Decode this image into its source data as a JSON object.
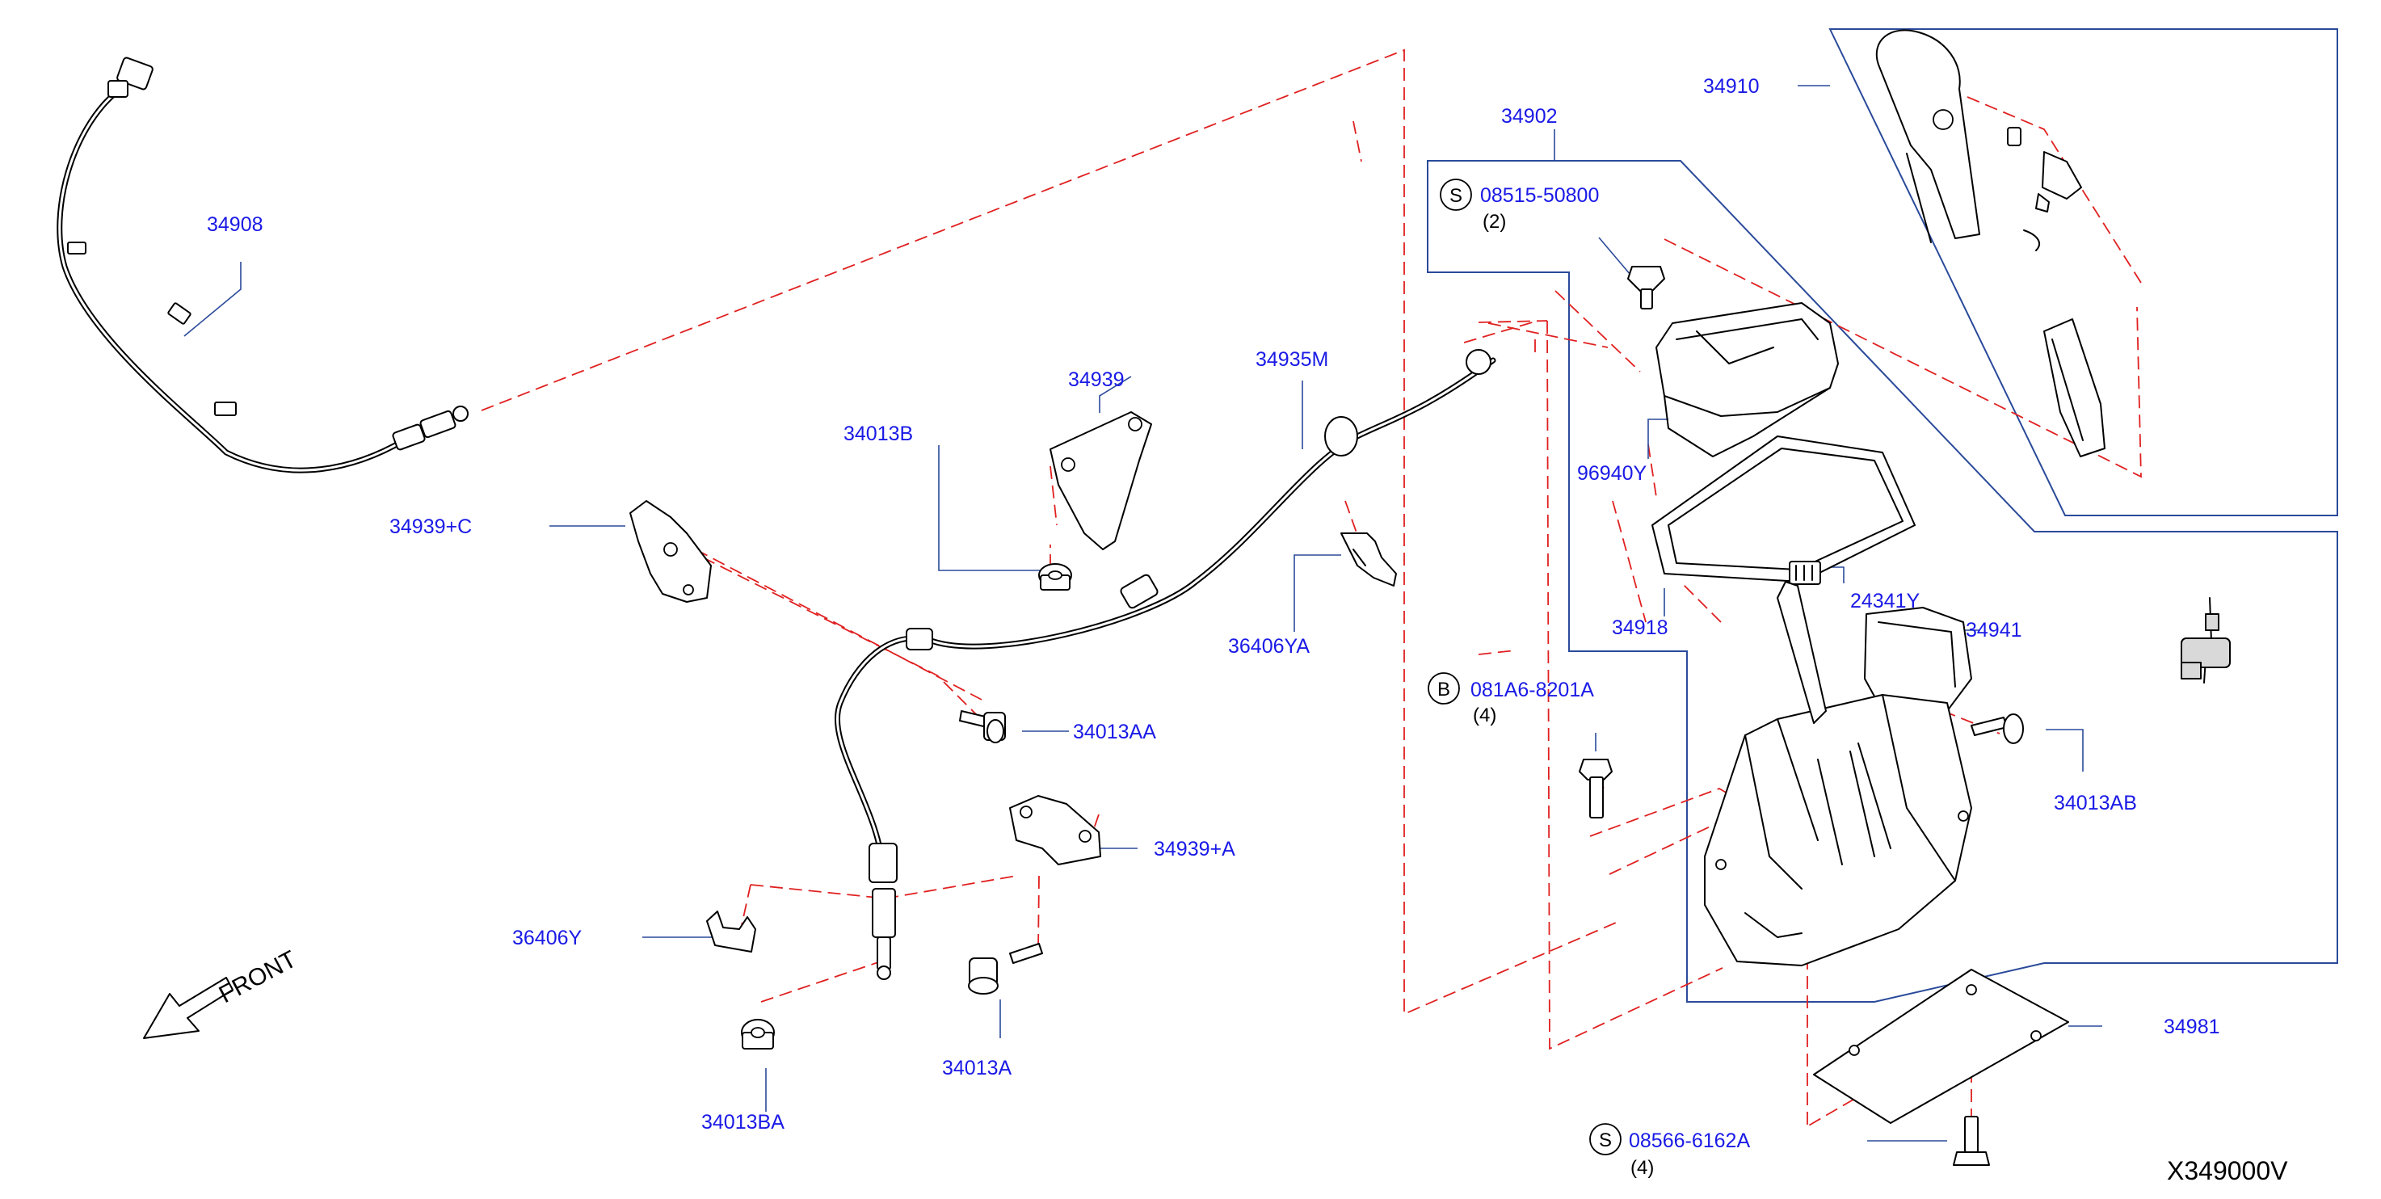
{
  "labels": {
    "p34910": "34910",
    "p34902": "34902",
    "p34908": "34908",
    "p34939": "34939",
    "p34935M": "34935M",
    "p34013B": "34013B",
    "p34939C": "34939+C",
    "p36406YA": "36406YA",
    "p96940Y": "96940Y",
    "p34918": "34918",
    "p24341Y": "24341Y",
    "p34941": "34941",
    "p34013AA": "34013AA",
    "p081A6": "081A6-8201A",
    "p34013AB": "34013AB",
    "p34939A": "34939+A",
    "p36406Y": "36406Y",
    "p34013A": "34013A",
    "p34013BA": "34013BA",
    "p34981": "34981",
    "p08515": "08515-50800",
    "p08566": "08566-6162A"
  },
  "quantities": {
    "q08515": "(2)",
    "q081A6": "(4)",
    "q08566": "(4)"
  },
  "callouts": {
    "s_top": "S",
    "b_mid": "B",
    "s_bottom": "S"
  },
  "front_label": "FRONT",
  "diagram_code": "X349000V",
  "colors": {
    "label_text": "#1a1ae6",
    "leader_line": "#2a4a9a",
    "dashed_line": "#e02020",
    "part_outline": "#000000"
  }
}
